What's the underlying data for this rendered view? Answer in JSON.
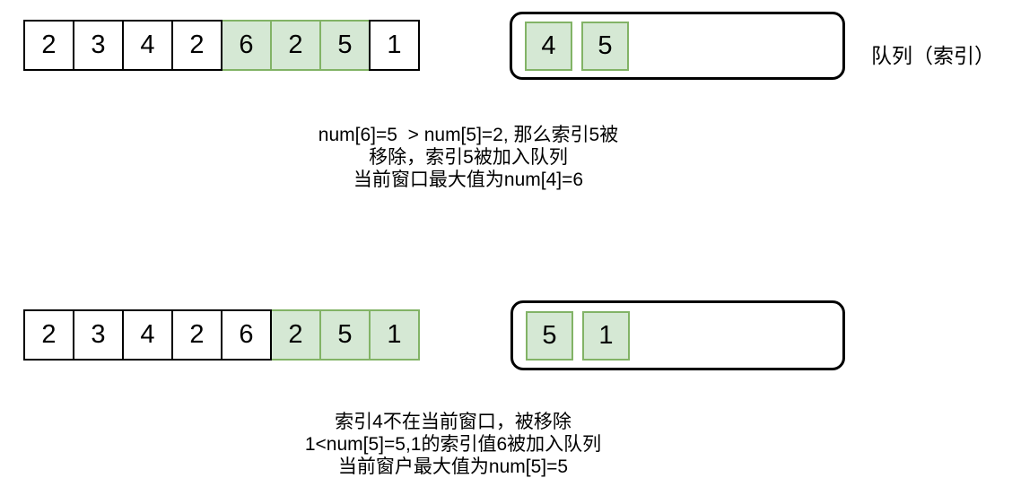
{
  "queue_label": "队列（索引）",
  "colors": {
    "highlight_fill": "#d5e8d4",
    "highlight_stroke": "#82b366",
    "cell_stroke": "#000000",
    "queue_stroke": "#000000",
    "background": "#ffffff"
  },
  "step1": {
    "array": [
      "2",
      "3",
      "4",
      "2",
      "6",
      "2",
      "5",
      "1"
    ],
    "window_indices": [
      4,
      5,
      6
    ],
    "queue": [
      "4",
      "5"
    ],
    "caption": [
      "num[6]=5  > num[5]=2, 那么索引5被",
      "移除，索引5被加入队列",
      "当前窗口最大值为num[4]=6"
    ]
  },
  "step2": {
    "array": [
      "2",
      "3",
      "4",
      "2",
      "6",
      "2",
      "5",
      "1"
    ],
    "window_indices": [
      5,
      6,
      7
    ],
    "queue": [
      "5",
      "1"
    ],
    "caption": [
      "索引4不在当前窗口，被移除",
      "1<num[5]=5,1的索引值6被加入队列",
      "当前窗户最大值为num[5]=5"
    ]
  }
}
